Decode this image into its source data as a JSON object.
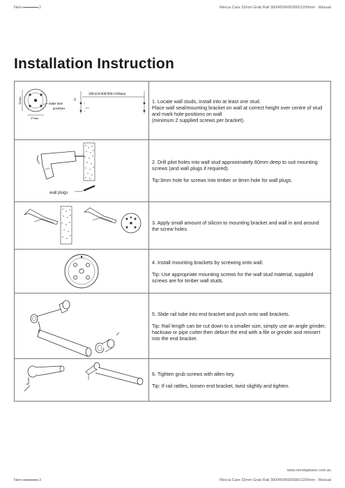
{
  "header": {
    "brand": "Nero",
    "page": "2",
    "doc_title": "Mecca Care 32mm Grab Rail 300/450/600/900/1200mm · Manual"
  },
  "title": "Installation Instruction",
  "steps": [
    {
      "lines": [
        "1. Locate wall studs, install into at least one stud.",
        "Place wall seal/mounting bracket on wall at correct height over centre of stud and mark hole positions on wall",
        "(minimum 2 supplied screws per bracket)."
      ],
      "diagram": {
        "length_label": "300/450/600/900/1200mm",
        "dim_23": "23",
        "dim_27": "27mm",
        "dim_32": "32mm",
        "make_hole": "make hole",
        "positions": "positions"
      }
    },
    {
      "lines": [
        "2. Drill pilot holes into wall stud approximately 60mm deep to suit mounting screws (and wall plugs if required).",
        "Tip:3mm hole for screws into timber or 8mm hole for wall plugs."
      ],
      "diagram": {
        "wall_plugs": "wall plugs"
      }
    },
    {
      "lines": [
        "3. Apply small amount of silicon to mounting bracket and wall in and around the screw holes."
      ]
    },
    {
      "lines": [
        "4. Install mounting brackets by screwing onto wall.",
        "Tip: Use appropriate mounting screws for the wall stud material, supplied screws are for timber wall studs."
      ]
    },
    {
      "lines": [
        "5. Slide rail tube into end bracket and push onto wall brackets.",
        "Tip: Rail length can be cut down to a smaller size, simply use an angle grinder, hacksaw or pipe cutter then deburr the end with a file or grinder and reinsert into the end bracket."
      ]
    },
    {
      "lines": [
        "6. Tighten grub screws with allen key.",
        "Tip: If rail rattles, loosen end bracket, twist slightly and tighten."
      ]
    }
  ],
  "footer": {
    "website": "www.nerotapware.com.au",
    "brand": "Nero",
    "page": "3",
    "doc_title": "Mecca Care 32mm Grab Rail 300/450/600/900/1200mm · Manual"
  }
}
